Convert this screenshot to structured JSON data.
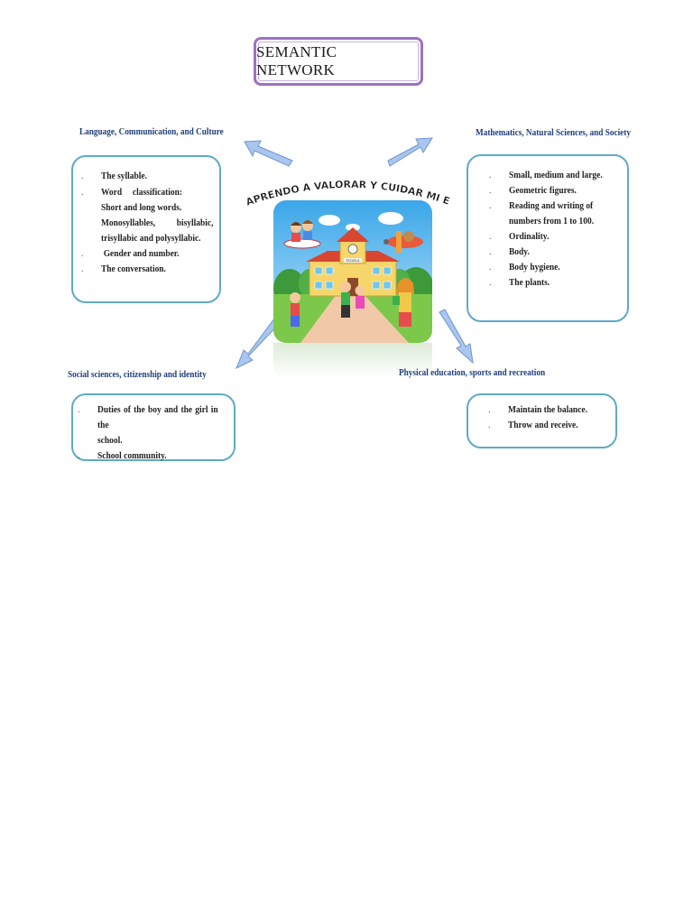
{
  "title": "SEMANTIC   NETWORK",
  "center": {
    "slogan": "APRENDO A VALORAR Y CUIDAR MI ESCUELA",
    "school_sign": "ESCUELA"
  },
  "colors": {
    "heading": "#1f3f7a",
    "box_border": "#5fa9c9",
    "title_border": "#9b72c2",
    "arrow_fill": "#a9c6ee",
    "arrow_stroke": "#6f95cf"
  },
  "branches": {
    "language": {
      "heading": "Language,  Communication,  and  Culture",
      "items": [
        "The syllable.",
        "Word     classification:",
        "Gender and number.",
        "The conversation."
      ],
      "sub": [
        "Short and long words.",
        "Monosyllables,          bisyllabic,",
        "trisyllabic and polysyllabic."
      ]
    },
    "math": {
      "heading": "Mathematics, Natural Sciences, and Society",
      "items": [
        "Small, medium and large.",
        "Geometric figures.",
        "Reading and writing of",
        "Ordinality.",
        "Body.",
        "Body hygiene.",
        "The plants."
      ],
      "sub": [
        "numbers from 1 to 100."
      ]
    },
    "social": {
      "heading": "Social sciences, citizenship and identity",
      "items": [
        "Duties of the boy and the girl in the",
        "School community."
      ],
      "sub": [
        "school."
      ]
    },
    "physical": {
      "heading": "Physical education, sports and recreation",
      "items": [
        "Maintain the balance.",
        "Throw and receive."
      ]
    }
  }
}
